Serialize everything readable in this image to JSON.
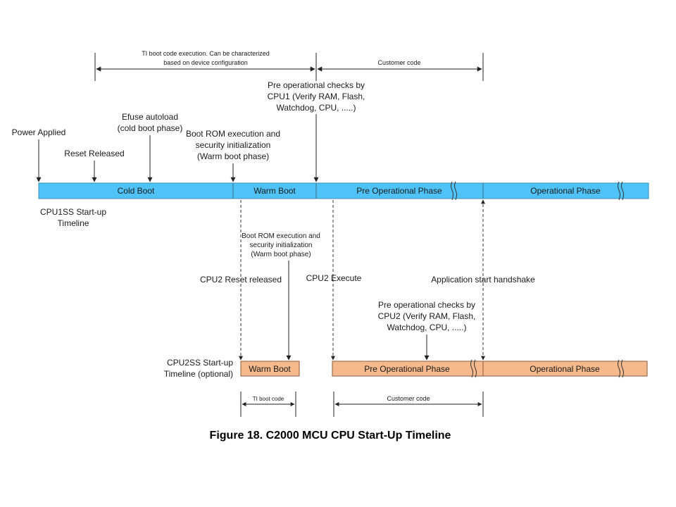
{
  "top_spans": {
    "ti_boot_line1": "TI boot code execution. Can be characterized",
    "ti_boot_line2": "based on device configuration",
    "customer_code": "Customer code"
  },
  "cpu1_events": {
    "power_applied": "Power Applied",
    "reset_released": "Reset Released",
    "efuse_line1": "Efuse autoload",
    "efuse_line2": "(cold boot phase)",
    "bootrom_line1": "Boot ROM execution and",
    "bootrom_line2": "security initialization",
    "bootrom_line3": "(Warm boot phase)",
    "preop_line1": "Pre operational checks by",
    "preop_line2": "CPU1 (Verify RAM, Flash,",
    "preop_line3": "Watchdog, CPU, .....)"
  },
  "cpu1_timeline": {
    "label_line1": "CPU1SS Start-up",
    "label_line2": "Timeline",
    "segments": [
      "Cold Boot",
      "Warm Boot",
      "Pre Operational Phase",
      "Operational Phase"
    ]
  },
  "cpu2_events": {
    "bootrom_line1": "Boot ROM execution and",
    "bootrom_line2": "security initialization",
    "bootrom_line3": "(Warm boot phase)",
    "reset_released": "CPU2 Reset released",
    "execute": "CPU2 Execute",
    "handshake": "Application start handshake",
    "preop_line1": "Pre operational checks by",
    "preop_line2": "CPU2 (Verify RAM, Flash,",
    "preop_line3": "Watchdog, CPU, .....)"
  },
  "cpu2_timeline": {
    "label_line1": "CPU2SS Start-up",
    "label_line2": "Timeline (optional)",
    "segments": [
      "Warm Boot",
      "Pre Operational Phase",
      "Operational Phase"
    ]
  },
  "bottom_spans": {
    "ti_boot": "TI boot code",
    "customer_code": "Customer code"
  },
  "caption": "Figure 18. C2000 MCU CPU Start-Up Timeline",
  "colors": {
    "cpu1_bar": "#4fc3f7",
    "cpu2_bar": "#f5b98c"
  }
}
